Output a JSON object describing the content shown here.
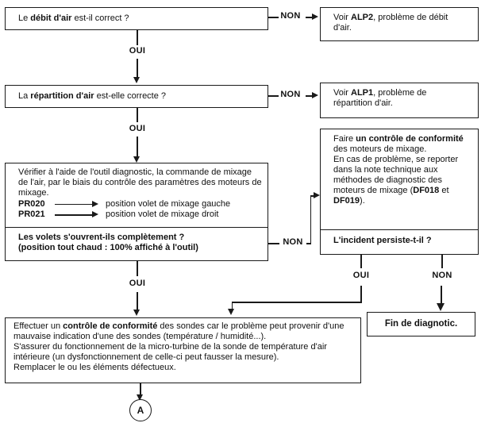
{
  "nodes": {
    "debit": {
      "pre": "Le ",
      "bold": "débit d'air",
      "post": " est-il correct ?"
    },
    "alp2": {
      "pre": "Voir ",
      "bold": "ALP2",
      "rest": ", problème de débit",
      "line2": "d'air."
    },
    "repartition": {
      "pre": "La ",
      "bold": "répartition d'air",
      "post": " est-elle correcte ?"
    },
    "alp1": {
      "pre": "Voir ",
      "bold": "ALP1",
      "rest": ", problème de",
      "line2": "répartition d'air."
    },
    "verifier": {
      "para": "Vérifier à l'aide de l'outil diagnostic, la commande de mixage de l'air, par le biais du contrôle des paramètres des moteurs de mixage.",
      "pr_rows": [
        {
          "code": "PR020",
          "label": "position volet de mixage gauche"
        },
        {
          "code": "PR021",
          "label": "position volet de mixage droit"
        }
      ]
    },
    "volets": {
      "line1": "Les volets s'ouvrent-ils complètement ?",
      "line2": "(position tout chaud : 100% affiché à l'outil)"
    },
    "controle": {
      "s0": "Faire ",
      "s1": "un contrôle de conformité",
      "s2": " des moteurs de mixage.",
      "s3": "En cas de problème, se reporter dans la note technique aux méthodes de diagnostic des moteurs de mixage (",
      "s4": "DF018",
      "s5": " et ",
      "s6": "DF019",
      "s7": ")."
    },
    "incident": {
      "text": "L'incident persiste-t-il ?"
    },
    "sondes": {
      "p1_pre": "Effectuer un ",
      "p1_bold": "contrôle de conformité",
      "p1_post": " des sondes car le problème peut provenir d'une mauvaise indication d'une des sondes (température / humidité...).",
      "p2": "S'assurer du fonctionnement de la micro-turbine de la sonde de température d'air intérieure (un dysfonctionnement de celle-ci peut fausser la mesure).",
      "p3": "Remplacer le ou les éléments défectueux."
    },
    "fin": {
      "text": "Fin de diagnotic."
    }
  },
  "labels": {
    "oui": "OUI",
    "non": "NON",
    "connector_a": "A"
  },
  "colors": {
    "line": "#1a1a1a",
    "text": "#111111",
    "background": "#ffffff"
  }
}
